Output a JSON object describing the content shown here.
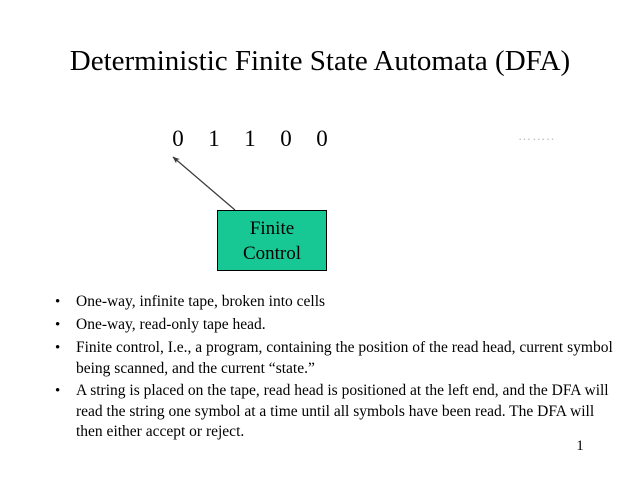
{
  "slide": {
    "title": "Deterministic Finite State Automata (DFA)",
    "page_number": "1",
    "background_color": "#ffffff"
  },
  "tape": {
    "symbols": [
      "0",
      "1",
      "1",
      "0",
      "0"
    ],
    "ellipsis": "……..",
    "ellipsis_color": "#b9b9b9"
  },
  "finite_control": {
    "line1": "Finite",
    "line2": "Control",
    "fill_color": "#18c894",
    "border_color": "#000000"
  },
  "read_head_arrow": {
    "label": "read-head-pointer",
    "color": "#3a3a3a"
  },
  "bullets": [
    {
      "marker": "•",
      "text": "One-way, infinite tape, broken into cells"
    },
    {
      "marker": "•",
      "text": "One-way, read-only tape head."
    },
    {
      "marker": "•",
      "text": "Finite control, I.e., a program, containing the position of the read head, current symbol being scanned, and the current “state.”"
    },
    {
      "marker": "•",
      "text": "A string is placed on the tape, read head is positioned at the left end, and the DFA will read the string one symbol at a time until all symbols have been read. The DFA will then either accept or reject."
    }
  ]
}
